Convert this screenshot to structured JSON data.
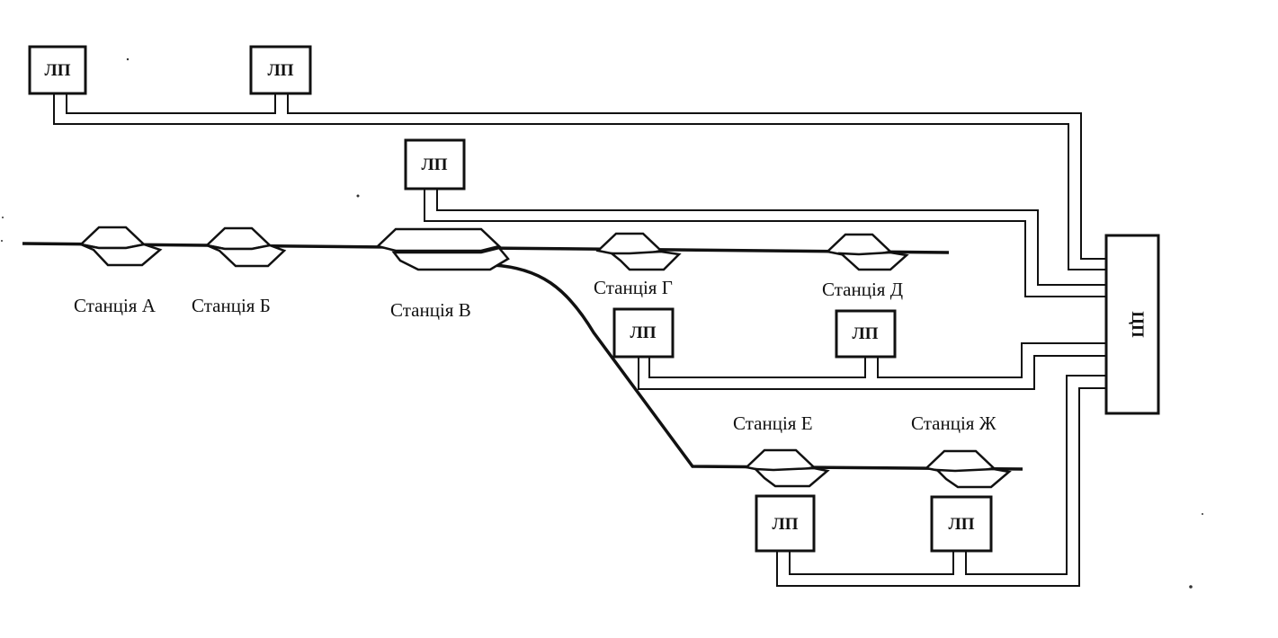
{
  "diagram": {
    "line_processor_label": "ЛП",
    "central_processor_label": "ЦП",
    "stations": {
      "a": "Станція А",
      "b": "Станція Б",
      "v": "Станція В",
      "g": "Станція Г",
      "d": "Станція Д",
      "e": "Станція Е",
      "zh": "Станція Ж"
    }
  }
}
